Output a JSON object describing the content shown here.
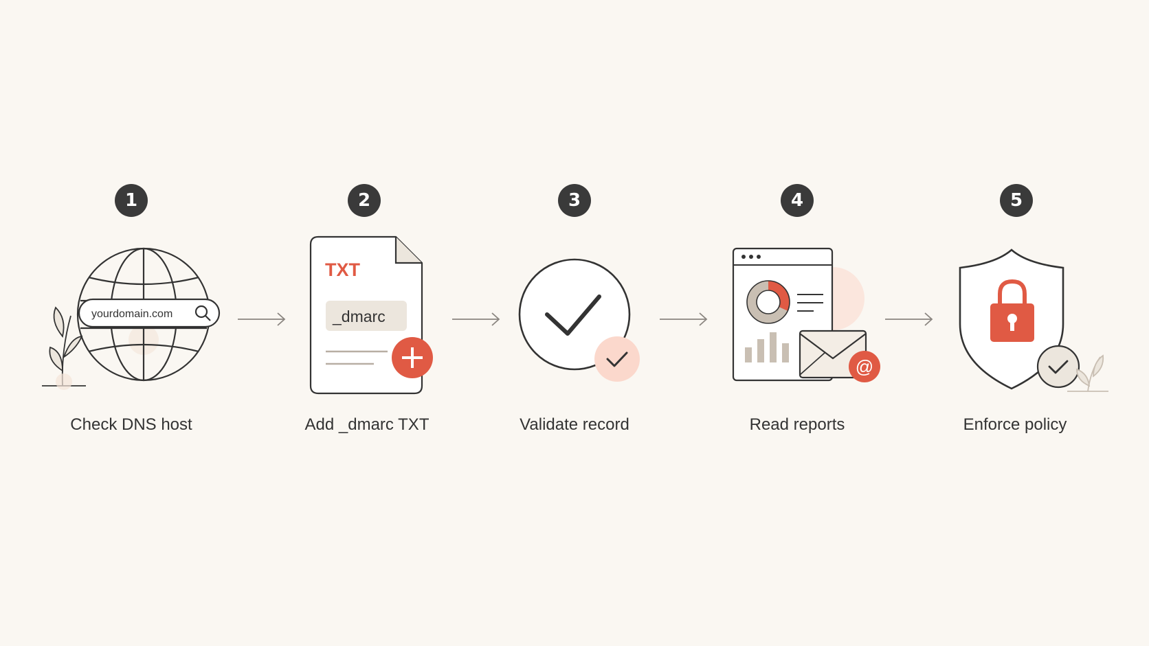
{
  "colors": {
    "background": "#faf7f2",
    "ink": "#333333",
    "badge": "#3a3a3a",
    "accent": "#e05a44",
    "accent_soft": "#fbd8cc",
    "paper_tint": "#ece6dd",
    "muted": "#c9bfb3"
  },
  "steps": [
    {
      "number": "1",
      "label": "Check DNS host",
      "search_text": "yourdomain.com",
      "icons": [
        "globe-icon",
        "search-icon",
        "sprout-icon"
      ]
    },
    {
      "number": "2",
      "label": "Add _dmarc TXT",
      "doc_type": "TXT",
      "record_name": "_dmarc",
      "icons": [
        "document-icon",
        "plus-icon"
      ]
    },
    {
      "number": "3",
      "label": "Validate record",
      "icons": [
        "check-circle-icon",
        "check-badge-icon"
      ]
    },
    {
      "number": "4",
      "label": "Read reports",
      "at_symbol": "@",
      "icons": [
        "browser-window-icon",
        "donut-chart-icon",
        "bar-chart-icon",
        "envelope-icon",
        "at-sign-icon"
      ]
    },
    {
      "number": "5",
      "label": "Enforce policy",
      "icons": [
        "shield-icon",
        "padlock-icon",
        "check-badge-icon",
        "leaf-icon"
      ]
    }
  ],
  "connectors": [
    "arrow-right-icon",
    "arrow-right-icon",
    "arrow-right-icon",
    "arrow-right-icon"
  ]
}
